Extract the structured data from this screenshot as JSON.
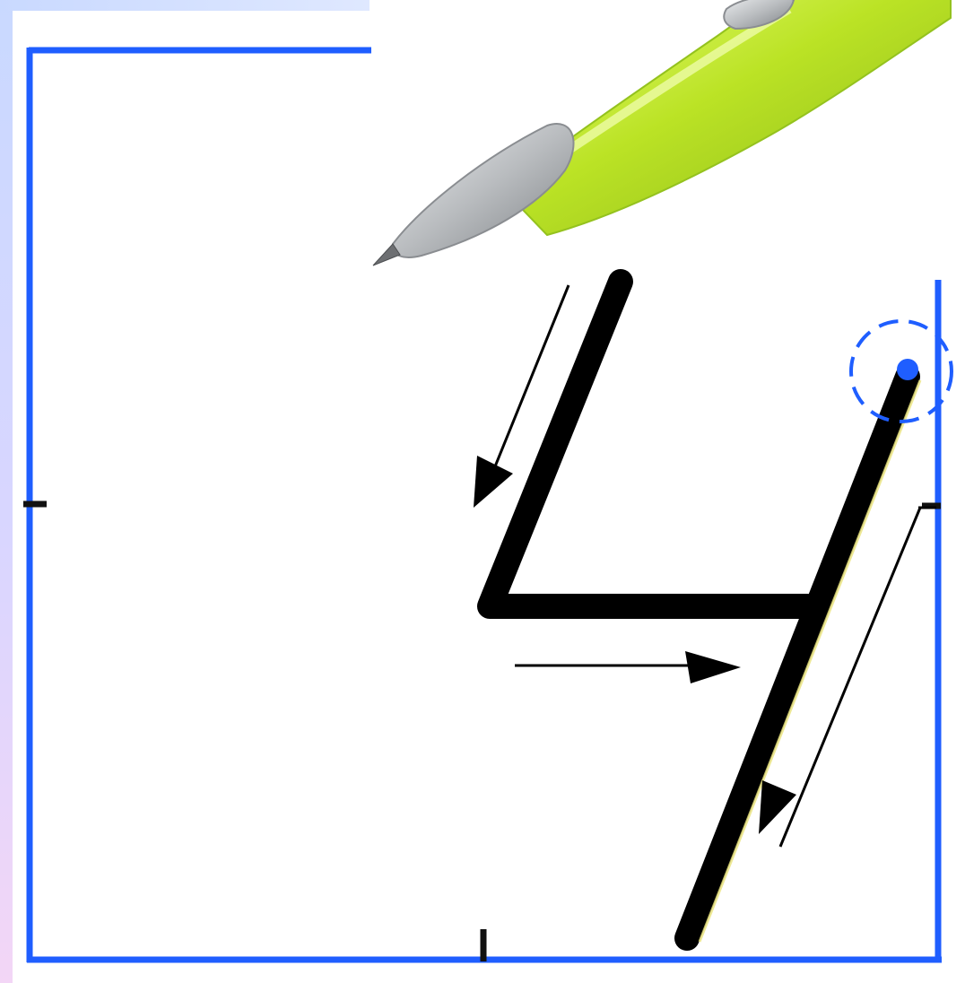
{
  "diagram": {
    "glyph": "4",
    "colors": {
      "frame": "#1f5eff",
      "stroke": "#000000",
      "guide_arrows": "#000000",
      "start_point": "#1f5eff",
      "pen_body": "#b8e21a",
      "pen_metal": "#b9bcbf"
    },
    "icons": [
      "pen-icon",
      "start-point-icon",
      "direction-arrow-icon"
    ],
    "stroke_order": [
      "down-left",
      "right",
      "down-left"
    ]
  }
}
